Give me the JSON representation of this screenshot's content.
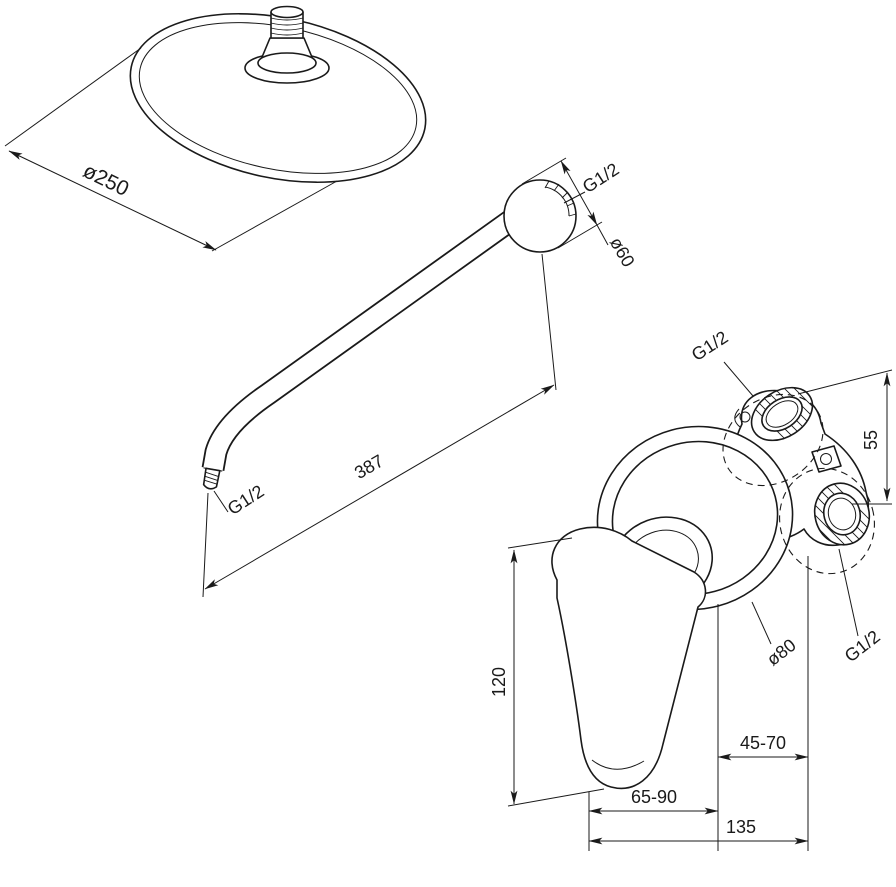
{
  "drawing": {
    "type": "technical-drawing",
    "subject": "overhead rain shower, wall shower arm and concealed single-lever mixer with dimensions",
    "colors": {
      "line": "#1a1a1a",
      "background": "#ffffff"
    },
    "labels": {
      "head_diameter": "ø250",
      "wall_flange_thread": "G1/2",
      "wall_flange_diameter": "ø60",
      "arm_length": "387",
      "arm_tip_thread": "G1/2",
      "valve_top_thread": "G1/2",
      "valve_port_spacing": "55",
      "trim_plate_diameter": "ø80",
      "valve_side_thread": "G1/2",
      "handle_length": "120",
      "depth_range_handle": "65-90",
      "total_width": "135",
      "depth_range_valve": "45-70"
    }
  }
}
